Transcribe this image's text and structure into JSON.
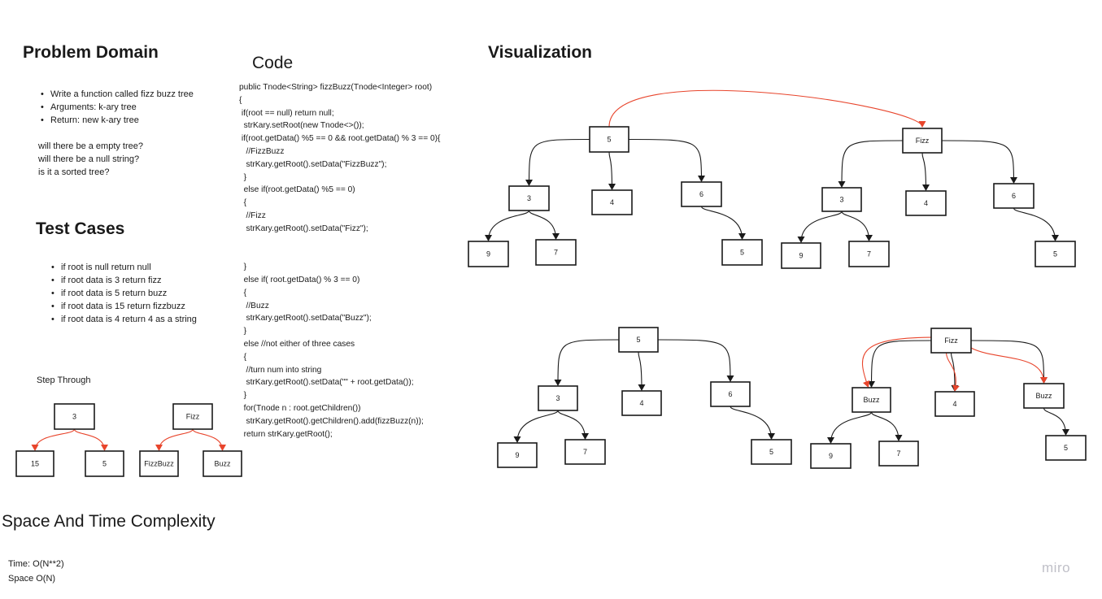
{
  "problem_domain": {
    "heading": "Problem Domain",
    "bullets": [
      "Write a function called fizz buzz tree",
      "Arguments: k-ary tree",
      "Return: new k-ary tree"
    ],
    "questions": [
      "will there be a empty tree?",
      "will there be a null string?",
      "is it a sorted tree?"
    ]
  },
  "test_cases": {
    "heading": "Test Cases",
    "bullets": [
      "if root is null return null",
      "if root data is 3 return fizz",
      "if root data is 5 return buzz",
      "if root data is 15 return fizzbuzz",
      "if root data is 4 return 4 as a string"
    ]
  },
  "step_through": {
    "label": "Step Through"
  },
  "code": {
    "heading": "Code",
    "lines": [
      "public Tnode<String> fizzBuzz(Tnode<Integer> root)",
      "{",
      " if(root == null) return null;",
      "  strKary.setRoot(new Tnode<>());",
      " if(root.getData() %5 == 0 && root.getData() % 3 == 0){",
      "   //FizzBuzz",
      "   strKary.getRoot().setData(\"FizzBuzz\");",
      "  }",
      "  else if(root.getData() %5 == 0)",
      "  {",
      "   //Fizz",
      "   strKary.getRoot().setData(\"Fizz\");",
      "",
      "",
      "  }",
      "  else if( root.getData() % 3 == 0)",
      "  {",
      "   //Buzz",
      "   strKary.getRoot().setData(\"Buzz\");",
      "  }",
      "  else //not either of three cases",
      "  {",
      "   //turn num into string",
      "   strKary.getRoot().setData(\"\" + root.getData());",
      "  }",
      "  for(Tnode n : root.getChildren())",
      "   strKary.getRoot().getChildren().add(fizzBuzz(n));",
      "  return strKary.getRoot();"
    ]
  },
  "visualization": {
    "heading": "Visualization"
  },
  "complexity": {
    "heading": "Space And Time Complexity",
    "time": "Time: O(N**2)",
    "space": "Space O(N)"
  },
  "branding": {
    "logo": "miro"
  },
  "diagram": {
    "colors": {
      "edge": "#1a1a1a",
      "highlight": "#e8452c"
    },
    "nodes": {
      "st_a_root": "3",
      "st_a_l": "15",
      "st_a_r": "5",
      "st_b_root": "Fizz",
      "st_b_l": "FizzBuzz",
      "st_b_r": "Buzz",
      "v1_root": "5",
      "v1_a": "3",
      "v1_b": "4",
      "v1_c": "6",
      "v1_a1": "9",
      "v1_a2": "7",
      "v1_c1": "5",
      "v2_root": "Fizz",
      "v2_a": "3",
      "v2_b": "4",
      "v2_c": "6",
      "v2_a1": "9",
      "v2_a2": "7",
      "v2_c1": "5",
      "v3_root": "5",
      "v3_a": "3",
      "v3_b": "4",
      "v3_c": "6",
      "v3_a1": "9",
      "v3_a2": "7",
      "v3_c1": "5",
      "v4_root": "Fizz",
      "v4_a": "Buzz",
      "v4_b": "4",
      "v4_c": "Buzz",
      "v4_a1": "9",
      "v4_a2": "7",
      "v4_c1": "5"
    }
  }
}
